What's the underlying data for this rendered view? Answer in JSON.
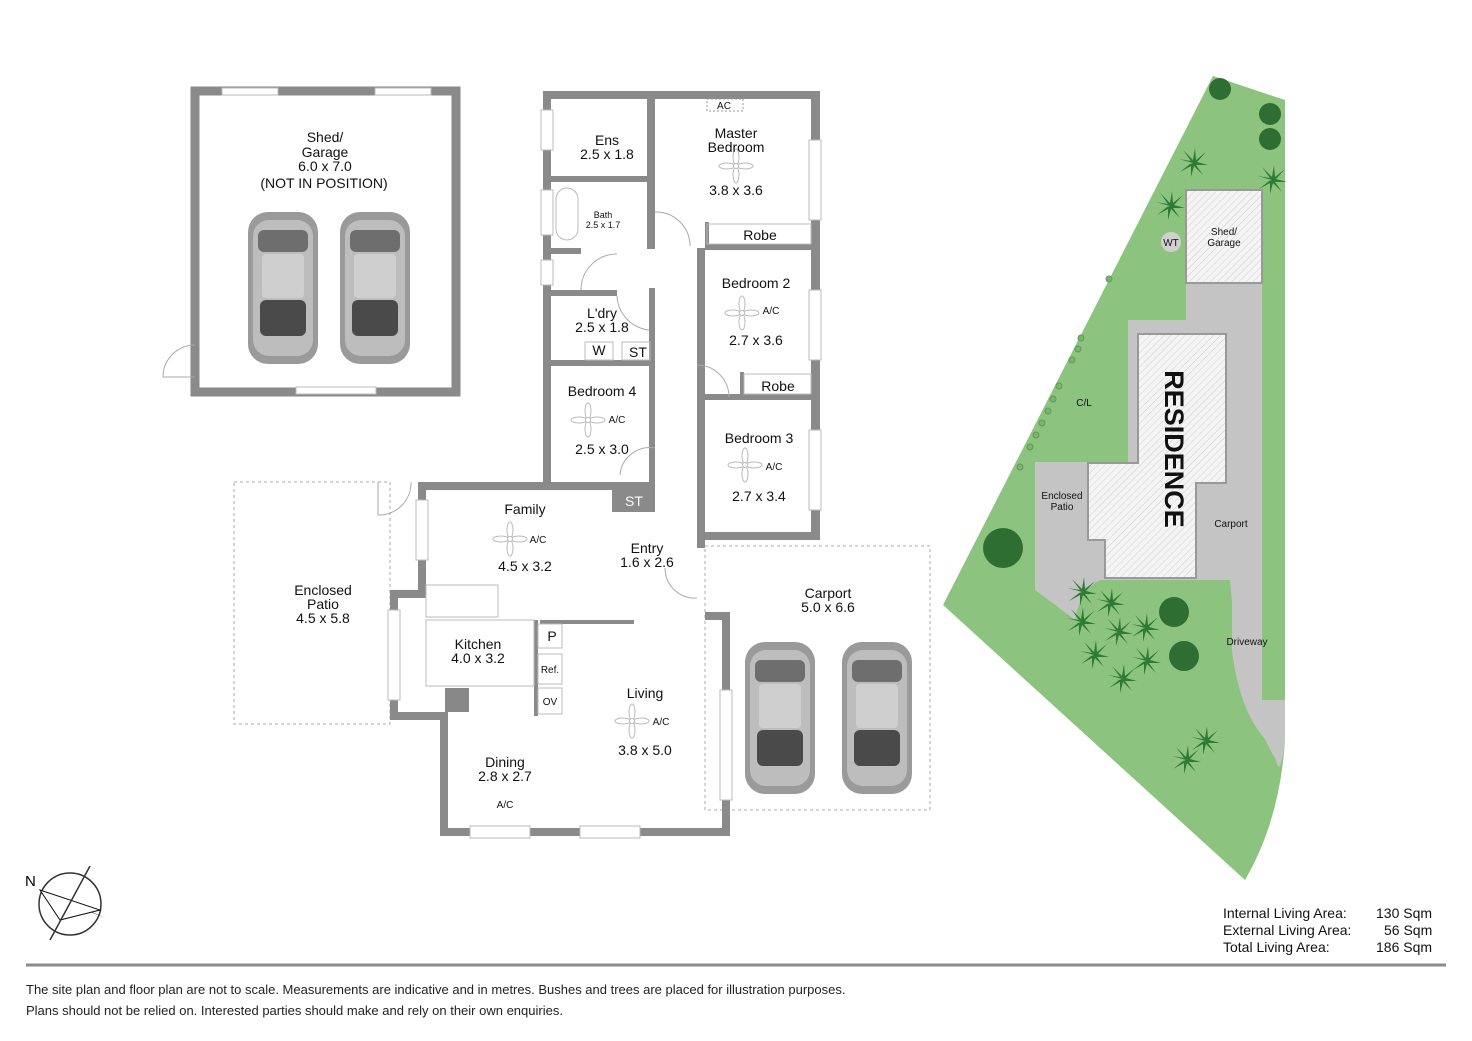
{
  "floor_plan": {
    "shed": {
      "title_line1": "Shed/",
      "title_line2": "Garage",
      "size": "6.0 x 7.0",
      "note": "(NOT IN POSITION)"
    },
    "rooms": {
      "ens": {
        "name": "Ens",
        "size": "2.5 x 1.8"
      },
      "bath": {
        "name": "Bath",
        "size": "2.5 x 1.7"
      },
      "master": {
        "name_line1": "Master",
        "name_line2": "Bedroom",
        "size": "3.8 x 3.6",
        "ac": "AC",
        "robe": "Robe"
      },
      "bedroom2": {
        "name": "Bedroom 2",
        "size": "2.7 x 3.6",
        "ac": "A/C",
        "robe": "Robe"
      },
      "laundry": {
        "name": "L'dry",
        "size": "2.5 x 1.8",
        "w": "W",
        "st": "ST"
      },
      "bedroom4": {
        "name": "Bedroom 4",
        "size": "2.5 x 3.0",
        "ac": "A/C"
      },
      "bedroom3": {
        "name": "Bedroom 3",
        "size": "2.7 x 3.4",
        "ac": "A/C"
      },
      "family": {
        "name": "Family",
        "size": "4.5 x 3.2",
        "ac": "A/C",
        "st": "ST"
      },
      "entry": {
        "name": "Entry",
        "size": "1.6 x 2.6"
      },
      "patio": {
        "name_line1": "Enclosed",
        "name_line2": "Patio",
        "size": "4.5 x 5.8"
      },
      "kitchen": {
        "name": "Kitchen",
        "size": "4.0 x 3.2",
        "pantry": "P",
        "fridge": "Ref.",
        "oven": "OV"
      },
      "living": {
        "name": "Living",
        "size": "3.8 x 5.0",
        "ac": "A/C"
      },
      "dining": {
        "name": "Dining",
        "size": "2.8 x 2.7",
        "ac": "A/C"
      },
      "carport": {
        "name": "Carport",
        "size": "5.0 x 6.6"
      }
    },
    "compass": "N"
  },
  "site_plan": {
    "shed_line1": "Shed/",
    "shed_line2": "Garage",
    "wt": "WT",
    "residence": "RESIDENCE",
    "cl": "C/L",
    "patio_line1": "Enclosed",
    "patio_line2": "Patio",
    "carport": "Carport",
    "driveway": "Driveway"
  },
  "areas": [
    {
      "label": "Internal Living Area:",
      "value": "130 Sqm"
    },
    {
      "label": "External Living Area:",
      "value": "56 Sqm"
    },
    {
      "label": "Total Living Area:",
      "value": "186 Sqm"
    }
  ],
  "disclaimer": {
    "line1": "The site plan and floor plan are not to scale. Measurements are indicative and in metres. Bushes and trees are placed for illustration purposes.",
    "line2": "Plans should not be relied on. Interested parties should make and rely on their own enquiries."
  },
  "colors": {
    "wall": "#8a8a8a",
    "lawn": "#8cc47f",
    "paving": "#c4c4c4",
    "tree": "#3f8a45"
  }
}
